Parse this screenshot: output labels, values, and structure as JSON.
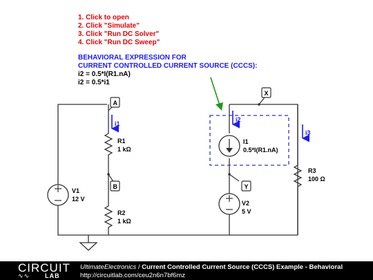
{
  "instructions": [
    "1. Click to open",
    "2. Click \"Simulate\"",
    "3. Click \"Run DC Solver\"",
    "4. Click \"Run DC Sweep\""
  ],
  "expression": {
    "heading1": "BEHAVIORAL EXPRESSION FOR",
    "heading2": "CURRENT CONTROLLED CURRENT SOURCE (CCCS):",
    "eq1": "i2 = 0.5*I(R1.nA)",
    "eq2": "i2 = 0.5*i1"
  },
  "circuit": {
    "nodes": {
      "a": "A",
      "b": "B",
      "x": "X",
      "y": "Y"
    },
    "currents": {
      "i1": "i1",
      "i2": "i2",
      "i3": "i3"
    },
    "v1": {
      "name": "V1",
      "value": "12 V"
    },
    "v2": {
      "name": "V2",
      "value": "5 V"
    },
    "r1": {
      "name": "R1",
      "value": "1 kΩ"
    },
    "r2": {
      "name": "R2",
      "value": "1 kΩ"
    },
    "r3": {
      "name": "R3",
      "value": "100 Ω"
    },
    "i1src": {
      "name": "I1",
      "value": "0.5*I(R1.nA)"
    },
    "colors": {
      "wire": "#333333",
      "arrow_blue": "#1a1aff",
      "dashed_box": "#3333cc",
      "pointer_green": "#1a9a1a",
      "instructions_red": "#e60000"
    }
  },
  "footer": {
    "logo_top": "CIRCUIT",
    "logo_bottom": "LAB",
    "author": "UltimateElectronics",
    "separator": " / ",
    "title": "Current Controlled Current Source (CCCS) Example - Behavioral",
    "url": "http://circuitlab.com/ceu2n6n7bf6mz"
  }
}
